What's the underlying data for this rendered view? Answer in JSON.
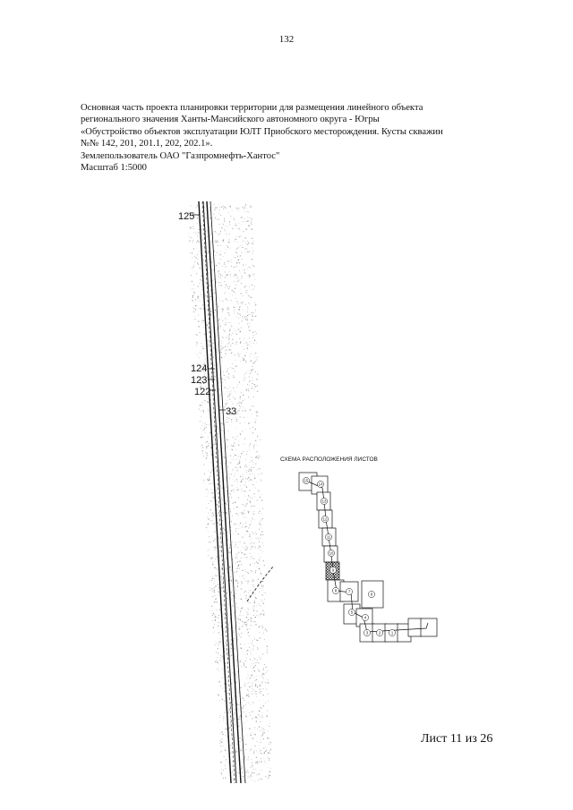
{
  "page_number": "132",
  "header": {
    "lines": [
      "Основная часть проекта планировки территории для размещения линейного объекта",
      "регионального значения Ханты-Мансийского автономного округа - Югры",
      "«Обустройство объектов эксплуатации ЮЛТ Приобского месторождения. Кусты скважин",
      "№№ 142, 201, 201.1, 202, 202.1».",
      "Землепользователь ОАО \"Газпромнефть-Хантос\"",
      "Масштаб 1:5000"
    ]
  },
  "map": {
    "point_labels": [
      "125",
      "124",
      "123",
      "122",
      "33"
    ],
    "scheme_title": "СХЕМА РАСПОЛОЖЕНИЯ ЛИСТОВ",
    "scheme_sheets": [
      "15",
      "14",
      "13",
      "12",
      "11",
      "10",
      "9",
      "8",
      "7",
      "6",
      "5",
      "4",
      "3",
      "2",
      "1"
    ],
    "current_sheet": "11"
  },
  "footer": {
    "sheet_label": "Лист 11 из 26"
  }
}
